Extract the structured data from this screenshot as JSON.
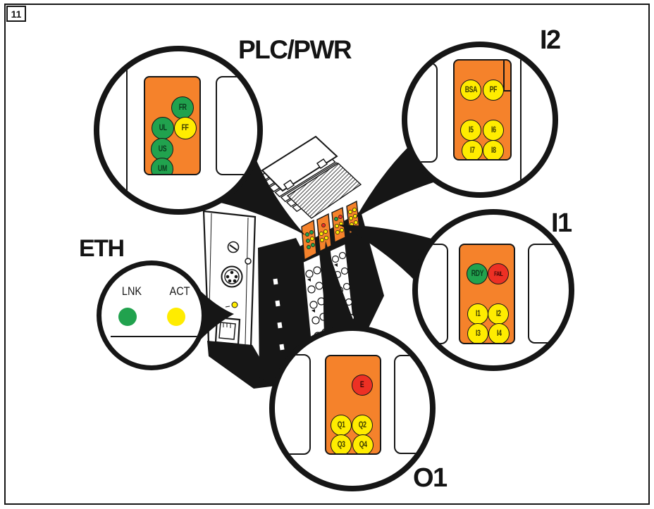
{
  "figure_label": "11",
  "colors": {
    "orange": "#F5822B",
    "green": "#21A24E",
    "yellow": "#FFEC00",
    "red": "#ED3024",
    "ink": "#161616"
  },
  "callouts": {
    "plc_pwr": {
      "title": "PLC/PWR",
      "leds": [
        {
          "id": "FR",
          "color": "green"
        },
        {
          "id": "UL",
          "color": "green"
        },
        {
          "id": "FF",
          "color": "yellow"
        },
        {
          "id": "US",
          "color": "green"
        },
        {
          "id": "UM",
          "color": "green"
        }
      ]
    },
    "i2": {
      "title": "I2",
      "leds": [
        {
          "id": "BSA",
          "color": "yellow"
        },
        {
          "id": "PF",
          "color": "yellow"
        },
        {
          "id": "I5",
          "color": "yellow"
        },
        {
          "id": "I6",
          "color": "yellow"
        },
        {
          "id": "I7",
          "color": "yellow"
        },
        {
          "id": "I8",
          "color": "yellow"
        }
      ]
    },
    "i1": {
      "title": "I1",
      "leds": [
        {
          "id": "RDY",
          "color": "green"
        },
        {
          "id": "FAIL",
          "color": "red"
        },
        {
          "id": "I1",
          "color": "yellow"
        },
        {
          "id": "I2",
          "color": "yellow"
        },
        {
          "id": "I3",
          "color": "yellow"
        },
        {
          "id": "I4",
          "color": "yellow"
        }
      ]
    },
    "eth": {
      "title": "ETH",
      "leds": [
        {
          "id": "LNK",
          "color": "green"
        },
        {
          "id": "ACT",
          "color": "yellow"
        }
      ]
    },
    "o1": {
      "title": "O1",
      "leds": [
        {
          "id": "E",
          "color": "red"
        },
        {
          "id": "Q1",
          "color": "yellow"
        },
        {
          "id": "Q2",
          "color": "yellow"
        },
        {
          "id": "Q3",
          "color": "yellow"
        },
        {
          "id": "Q4",
          "color": "yellow"
        }
      ]
    }
  }
}
